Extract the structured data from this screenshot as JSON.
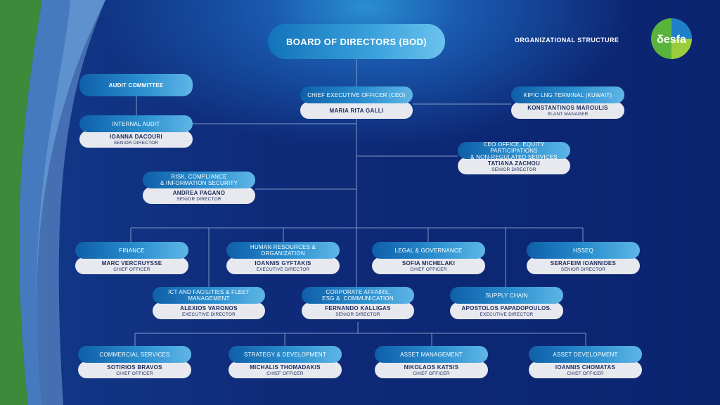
{
  "title": "ORGANIZATIONAL STRUCTURE",
  "logo_text": "δesfa",
  "colors": {
    "background": "#0e2a78",
    "header_gradient_start": "#0f5fa8",
    "header_gradient_end": "#5fb6e6",
    "name_bg": "#e7e9ef",
    "name_text": "#1b2a5a"
  },
  "board": "BOARD OF DIRECTORS (BOD)",
  "audit_committee": {
    "title": "AUDIT COMMITTEE"
  },
  "internal_audit": {
    "title": "INTERNAL AUDIT",
    "name": "IOANNA DACOURI",
    "role": "SENIOR DIRECTOR"
  },
  "ceo": {
    "title": "CHIEF EXECUTIVE OFFICER (CEO)",
    "name": "MARIA RITA GALLI"
  },
  "kipic": {
    "title": "KIPIC LNG TERMINAL (KUWAIT)",
    "name": "KONSTANTINOS MAROULIS",
    "role": "PLANT MANAGER"
  },
  "ceo_office": {
    "title_line1": "CEO OFFICE, EQUITY PARTICIPATIONS",
    "title_line2": "& NON-REGULATED SERVICES",
    "name": "TATIANA ZACHOU",
    "role": "SENIOR DIRECTOR"
  },
  "risk": {
    "title_line1": "RISK, COMPLIANCE",
    "title_line2": "& INFORMATION SECURITY",
    "name": "ANDREA PAGANO",
    "role": "SENIOR DIRECTOR"
  },
  "finance": {
    "title": "FINANCE",
    "name": "MARC VERCRUYSSE",
    "role": "CHIEF OFFICER"
  },
  "hr": {
    "title": "HUMAN RESOURCES & ORGANIZATION",
    "name": "IOANNIS GYFTAKIS",
    "role": "EXECUTIVE DIRECTOR"
  },
  "legal": {
    "title": "LEGAL & GOVERNANCE",
    "name": "SOFIA MICHELAKI",
    "role": "CHIEF OFFICER"
  },
  "hsseq": {
    "title": "HSSEQ",
    "name": "SERAFEIM IOANNIDES",
    "role": "SENIOR DIRECTOR"
  },
  "ict": {
    "title_line1": "ICT AND FACILITIES & FLEET",
    "title_line2": "MANAGEMENT",
    "name": "ALEXIOS VARONOS",
    "role": "EXECUTIVE DIRECTOR"
  },
  "corporate": {
    "title_line1": "CORPORATE AFFAIRS,",
    "title_line2": "ESG &  COMMUNICATION",
    "name": "FERNANDO KALLIGAS",
    "role": "SENIOR DIRECTOR"
  },
  "supply": {
    "title": "SUPPLY CHAIN",
    "name": "APOSTOLOS PAPADOPOULOS.",
    "role": "EXECUTIVE DIRECTOR"
  },
  "commercial": {
    "title": "COMMERCIAL SERVICES",
    "name": "SOTIRIOS BRAVOS",
    "role": "CHIEF OFFICER"
  },
  "strategy": {
    "title": "STRATEGY & DEVELOPMENT",
    "name": "MICHALIS THOMADAKIS",
    "role": "CHIEF OFFICER"
  },
  "asset_mgmt": {
    "title": "ASSET MANAGEMENT",
    "name": "NIKOLAOS KATSIS",
    "role": "CHIEF OFFICER"
  },
  "asset_dev": {
    "title": "ASSET DEVELOPMENT",
    "name": "IOANNIS CHOMATAS",
    "role": "CHIEF OFFICER"
  }
}
